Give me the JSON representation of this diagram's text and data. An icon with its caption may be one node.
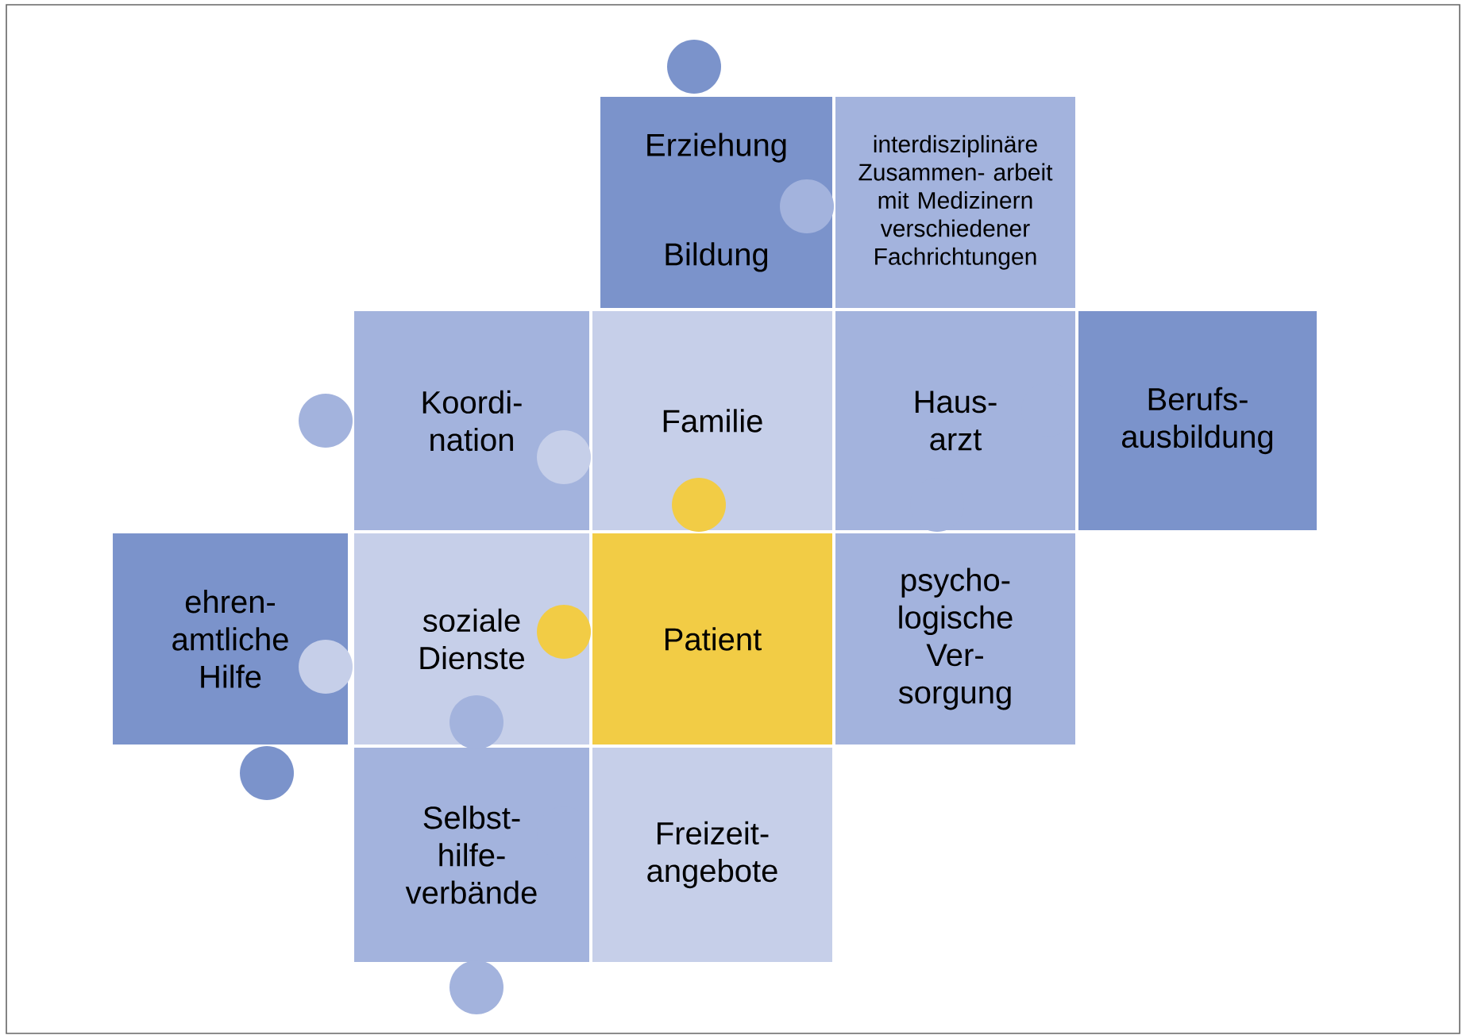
{
  "diagram": {
    "nodes": [
      {
        "text": [
          "Erziehung",
          "Bildung"
        ]
      },
      {
        "text": [
          "interdisziplinäre Zusammen- arbeit mit Medizinern verschiedener Fachrichtungen"
        ]
      },
      {
        "text": [
          "Koordi- nation"
        ]
      },
      {
        "text": [
          "Familie"
        ]
      },
      {
        "text": [
          "Haus- arzt"
        ]
      },
      {
        "text": [
          "Berufs- ausbildung"
        ]
      },
      {
        "text": [
          "ehren- amtliche Hilfe"
        ]
      },
      {
        "text": [
          "soziale Dienste"
        ]
      },
      {
        "text": [
          "Patient"
        ]
      },
      {
        "text": [
          "psycho- logische Ver- sorgung"
        ]
      },
      {
        "text": [
          "Selbst- hilfe- verbände"
        ]
      },
      {
        "text": [
          "Freizeit- angebote"
        ]
      }
    ]
  }
}
